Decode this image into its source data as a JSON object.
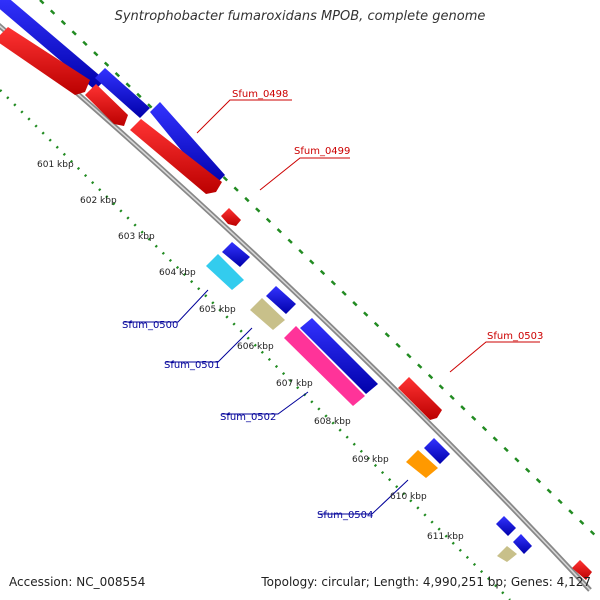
{
  "title": "Syntrophobacter fumaroxidans MPOB, complete genome",
  "accession_text": "Accession: NC_008554",
  "summary_text": "Topology: circular; Length: 4,990,251 bp; Genes: 4,127",
  "kbp_labels": [
    "601 kbp",
    "602 kbp",
    "603 kbp",
    "604 kbp",
    "605 kbp",
    "606 kbp",
    "607 kbp",
    "608 kbp",
    "609 kbp",
    "610 kbp",
    "611 kbp"
  ],
  "gene_labels": [
    {
      "name": "Sfum_0498",
      "color": "#cc0000"
    },
    {
      "name": "Sfum_0499",
      "color": "#cc0000"
    },
    {
      "name": "Sfum_0503",
      "color": "#cc0000"
    },
    {
      "name": "Sfum_0500",
      "color": "#000099"
    },
    {
      "name": "Sfum_0501",
      "color": "#000099"
    },
    {
      "name": "Sfum_0502",
      "color": "#000099"
    },
    {
      "name": "Sfum_0504",
      "color": "#000099"
    }
  ],
  "colors": {
    "forward_strand": "#0000ee",
    "reverse_strand": "#ee0000",
    "backbone": "#888888",
    "dotted_guides": "#228b22",
    "cyan_gene": "#33ccee",
    "khaki_gene": "#c8c08a",
    "magenta_gene": "#ff3399",
    "orange_gene": "#ff9900"
  }
}
